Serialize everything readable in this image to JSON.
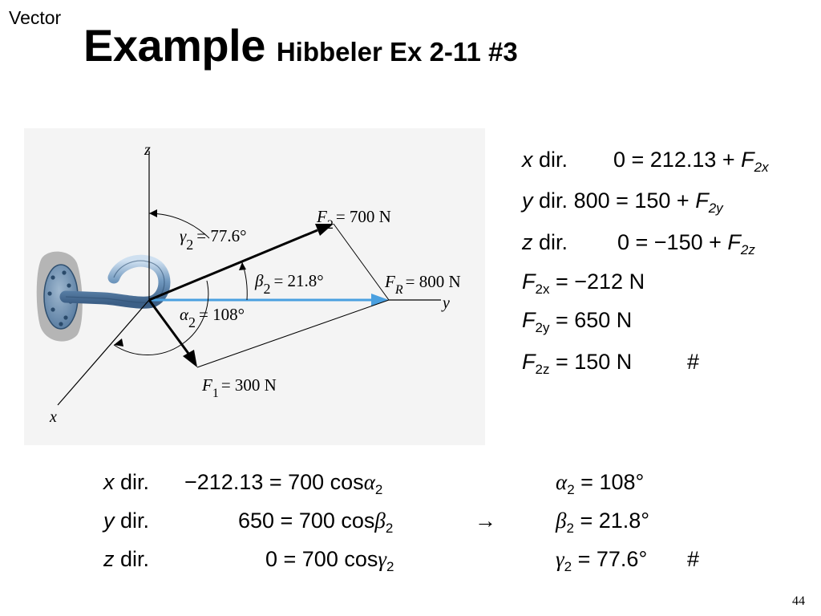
{
  "slide": {
    "section_tag": "Vector",
    "title": "Example",
    "subtitle": "Hibbeler Ex 2-11 #3",
    "page_number": "44"
  },
  "figure": {
    "axis_z": "z",
    "axis_y": "y",
    "axis_x": "x",
    "f2_sym": "F",
    "f2_sub": "2",
    "f2_val": "= 700 N",
    "fr_sym": "F",
    "fr_sub": "R",
    "fr_val": "= 800 N",
    "f1_sym": "F",
    "f1_sub": "1",
    "f1_val": "= 300 N",
    "gamma_sym": "γ",
    "gamma_sub": "2",
    "gamma_val": "= 77.6°",
    "beta_sym": "β",
    "beta_sub": "2",
    "beta_val": "= 21.8°",
    "alpha_sym": "α",
    "alpha_sub": "2",
    "alpha_val": "= 108°"
  },
  "equations_right": {
    "r1": {
      "var": "x",
      "dir": "dir.",
      "lhs": "0 = 212.13 +",
      "sym": "F",
      "sub": "2x"
    },
    "r2": {
      "var": "y",
      "dir": "dir.",
      "lhs": "800 = 150 +",
      "sym": "F",
      "sub": "2y"
    },
    "r3": {
      "var": "z",
      "dir": "dir.",
      "lhs": "0 = −150 +",
      "sym": "F",
      "sub": "2z"
    },
    "r4": {
      "sym": "F",
      "sub": "2x",
      "rhs": "= −212 N"
    },
    "r5": {
      "sym": "F",
      "sub": "2y",
      "rhs": "= 650 N"
    },
    "r6": {
      "sym": "F",
      "sub": "2z",
      "rhs": "= 150 N",
      "mark": "#"
    }
  },
  "equations_bottom": {
    "b1": {
      "var": "x",
      "dir": "dir.",
      "lhs": "−212.13 = 700 cos",
      "ang": "α",
      "sub": "2",
      "res_ang": "α",
      "res_sub": "2",
      "res_val": "= 108°"
    },
    "b2": {
      "var": "y",
      "dir": "dir.",
      "lhs": "650 = 700 cos",
      "ang": "β",
      "sub": "2",
      "res_ang": "β",
      "res_sub": "2",
      "res_val": "= 21.8°"
    },
    "b3": {
      "var": "z",
      "dir": "dir.",
      "lhs": "0 = 700 cos",
      "ang": "γ",
      "sub": "2",
      "res_ang": "γ",
      "res_sub": "2",
      "res_val": "= 77.6°",
      "mark": "#"
    },
    "arrow": "→"
  }
}
